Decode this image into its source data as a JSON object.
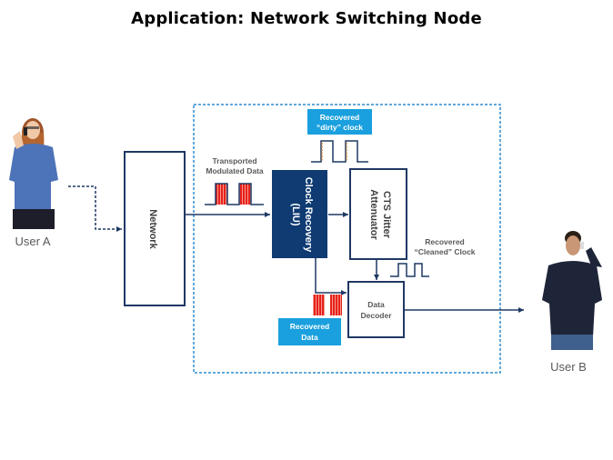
{
  "title": "Application: Network Switching Node",
  "colors": {
    "navy": "#0f3b72",
    "line": "#1f3864",
    "dashed_border": "#2e8bd0",
    "cyan_label": "#1aa0de",
    "signal_red": "#e8201c"
  },
  "users": {
    "user_a": {
      "label": "User A",
      "icon": "person-on-phone-woman"
    },
    "user_b": {
      "label": "User B",
      "icon": "person-on-phone-man"
    }
  },
  "blocks": {
    "network": "Network",
    "clock_recovery_line1": "Clock Recovery",
    "clock_recovery_line2": "(LIU)",
    "cts_line1": "CTS Jitter",
    "cts_line2": "Attenuator",
    "decoder_line1": "Data",
    "decoder_line2": "Decoder"
  },
  "labels": {
    "transported_line1": "Transported",
    "transported_line2": "Modulated Data",
    "dirty_clock_line1": "Recovered",
    "dirty_clock_line2": "“dirty” clock",
    "cleaned_clock_line1": "Recovered",
    "cleaned_clock_line2": "“Cleaned” Clock",
    "recovered_data_line1": "Recovered",
    "recovered_data_line2": "Data"
  }
}
